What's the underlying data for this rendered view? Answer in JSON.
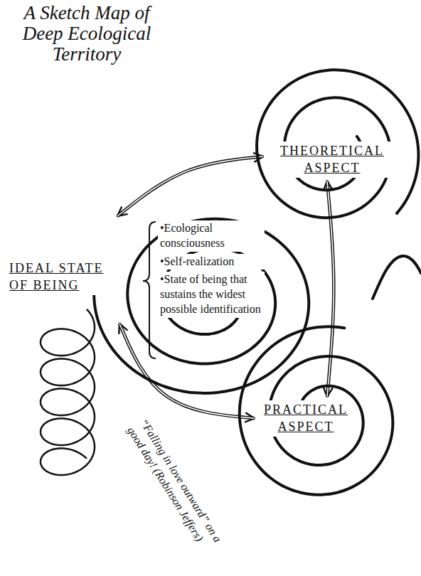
{
  "diagram": {
    "title": "A Sketch Map of Deep Ecological Territory",
    "nodes": [
      {
        "text": [
          "THEORETICAL ASPECT"
        ]
      },
      {
        "text": [
          "IDEAL STATE OF BEING",
          "•Ecological consciousness",
          "•Self-realization",
          "•State of being that sustains the widest possible identification"
        ]
      },
      {
        "text": [
          "PRACTICAL ASPECT"
        ]
      }
    ],
    "edges": [
      {
        "from": 0,
        "to": 1,
        "arrow": "both"
      },
      {
        "from": 0,
        "to": 2,
        "arrow": "both"
      },
      {
        "from": 1,
        "to": 2,
        "arrow": "both"
      }
    ],
    "labels": [
      "“Falling in love outward” on a good day! (Robinson Jeffers)"
    ]
  }
}
